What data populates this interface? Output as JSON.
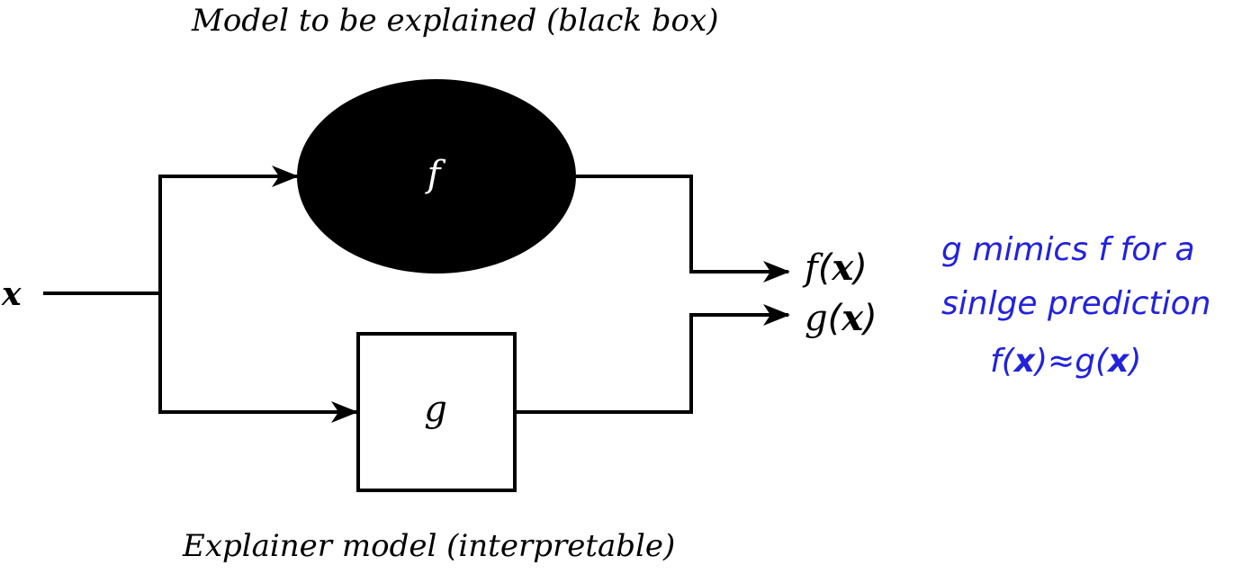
{
  "labels": {
    "top_caption": "Model to be explained (black box)",
    "bottom_caption": "Explainer model (interpretable)",
    "input_label": "x",
    "blackbox_label": "f",
    "explainer_label": "g"
  },
  "outputs": {
    "f_of_x": {
      "fn": "f",
      "open": "(",
      "arg": "x",
      "close": ")"
    },
    "g_of_x": {
      "fn": "g",
      "open": "(",
      "arg": "x",
      "close": ")"
    }
  },
  "note": {
    "line1": "g mimics f for a",
    "line2": "sinlge prediction",
    "eq": {
      "f": "f",
      "open1": "(",
      "x1": "x",
      "close1": ")",
      "approx": "≈",
      "g": "g",
      "open2": "(",
      "x2": "x",
      "close2": ")"
    }
  },
  "colors": {
    "ink": "#000000",
    "accent": "#2222dd",
    "background": "#ffffff",
    "blackbox_text": "#ffffff"
  }
}
